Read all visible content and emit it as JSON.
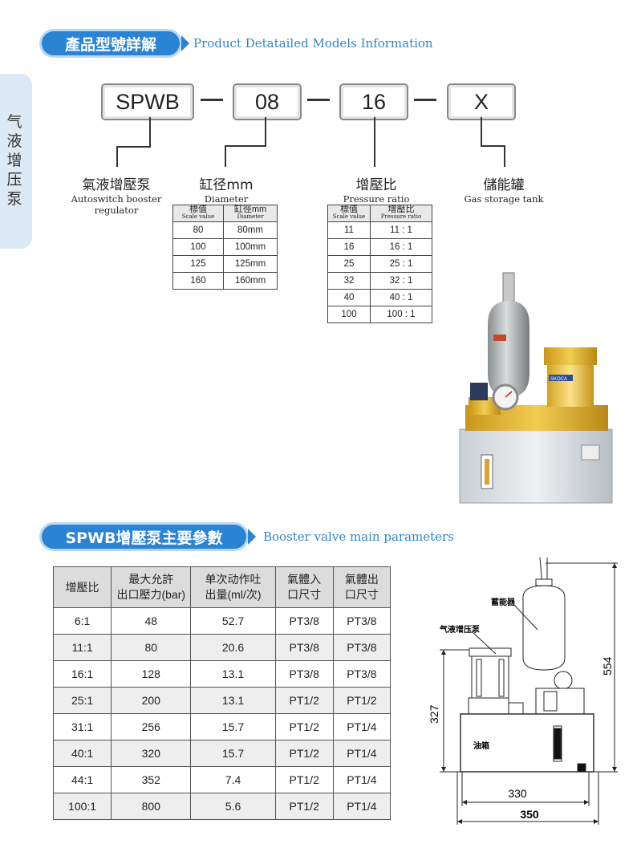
{
  "side_tab": {
    "chars": [
      "气",
      "液",
      "增",
      "压",
      "泵"
    ]
  },
  "section1": {
    "title_cn": "產品型號詳解",
    "title_en": "Product Detatailed Models Information"
  },
  "model_code": {
    "boxes": [
      "SPWB",
      "08",
      "16",
      "X"
    ],
    "labels": [
      {
        "cn": "氣液增壓泵",
        "en": "Autoswitch booster regulator"
      },
      {
        "cn": "缸径mm",
        "en": "Diameter"
      },
      {
        "cn": "增壓比",
        "en": "Pressure ratio"
      },
      {
        "cn": "儲能罐",
        "en": "Gas storage tank"
      }
    ]
  },
  "diameter_table": {
    "headers": [
      {
        "cn": "標值",
        "en": "Scale value"
      },
      {
        "cn": "缸徑mm",
        "en": "Diameter"
      }
    ],
    "rows": [
      [
        "80",
        "80mm"
      ],
      [
        "100",
        "100mm"
      ],
      [
        "125",
        "125mm"
      ],
      [
        "160",
        "160mm"
      ]
    ]
  },
  "ratio_table": {
    "headers": [
      {
        "cn": "標值",
        "en": "Scale value"
      },
      {
        "cn": "增壓比",
        "en": "Pressure ratio"
      }
    ],
    "rows": [
      [
        "11",
        "11 : 1"
      ],
      [
        "16",
        "16 : 1"
      ],
      [
        "25",
        "25 : 1"
      ],
      [
        "32",
        "32 : 1"
      ],
      [
        "40",
        "40 : 1"
      ],
      [
        "100",
        "100 : 1"
      ]
    ]
  },
  "product_photo": {
    "brand": "SKOCA"
  },
  "section2": {
    "title_cn": "SPWB增壓泵主要參數",
    "title_en": "Booster valve main parameters"
  },
  "param_table": {
    "headers": [
      [
        "增壓比"
      ],
      [
        "最大允許",
        "出口壓力(bar)"
      ],
      [
        "单次动作吐",
        "出量(ml/次)"
      ],
      [
        "氣體入",
        "口尺寸"
      ],
      [
        "氣體出",
        "口尺寸"
      ]
    ],
    "rows": [
      [
        "6:1",
        "48",
        "52.7",
        "PT3/8",
        "PT3/8"
      ],
      [
        "11:1",
        "80",
        "20.6",
        "PT3/8",
        "PT3/8"
      ],
      [
        "16:1",
        "128",
        "13.1",
        "PT3/8",
        "PT3/8"
      ],
      [
        "25:1",
        "200",
        "13.1",
        "PT1/2",
        "PT1/2"
      ],
      [
        "31:1",
        "256",
        "15.7",
        "PT1/2",
        "PT1/4"
      ],
      [
        "40:1",
        "320",
        "15.7",
        "PT1/2",
        "PT1/4"
      ],
      [
        "44:1",
        "352",
        "7.4",
        "PT1/2",
        "PT1/4"
      ],
      [
        "100:1",
        "800",
        "5.6",
        "PT1/2",
        "PT1/4"
      ]
    ]
  },
  "drawing": {
    "labels": {
      "accumulator": "蓄能器",
      "pump": "气液增压泵",
      "tank": "油箱"
    },
    "dims": {
      "height_total": "554",
      "height_tank": "327",
      "width_inner": "330",
      "width_outer": "350"
    }
  },
  "colors": {
    "accent": "#2b83d3",
    "pill_glow": "#b9d7f2",
    "side_tab": "#dce9f6",
    "yellow": "#e5b52a"
  }
}
